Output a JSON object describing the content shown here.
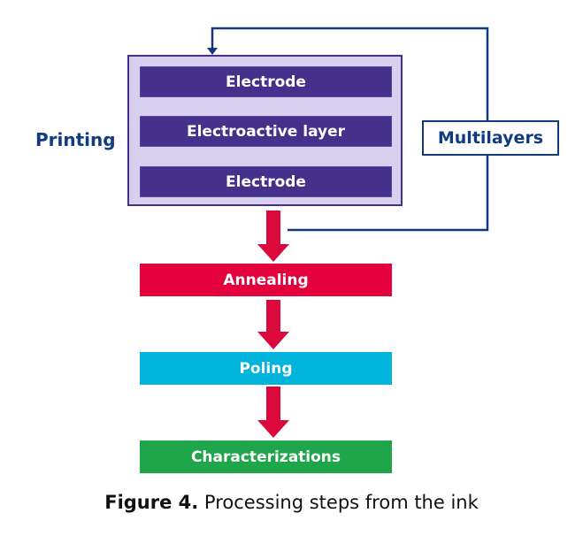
{
  "figure": {
    "caption_label": "Figure 4.",
    "caption_text": " Processing steps from the ink"
  },
  "printing": {
    "label": "Printing",
    "layers": [
      {
        "label": "Electrode"
      },
      {
        "label": "Electroactive layer"
      },
      {
        "label": "Electrode"
      }
    ]
  },
  "loop": {
    "label": "Multilayers"
  },
  "steps": [
    {
      "label": "Annealing",
      "color": "#e3003c"
    },
    {
      "label": "Poling",
      "color": "#00b4dc"
    },
    {
      "label": "Characterizations",
      "color": "#1fa64a"
    }
  ],
  "colors": {
    "container_fill": "#d7d0ef",
    "layer_fill": "#45308b",
    "loop_line": "#12397a",
    "arrow": "#dc0a3c",
    "text_blue": "#113d80"
  }
}
